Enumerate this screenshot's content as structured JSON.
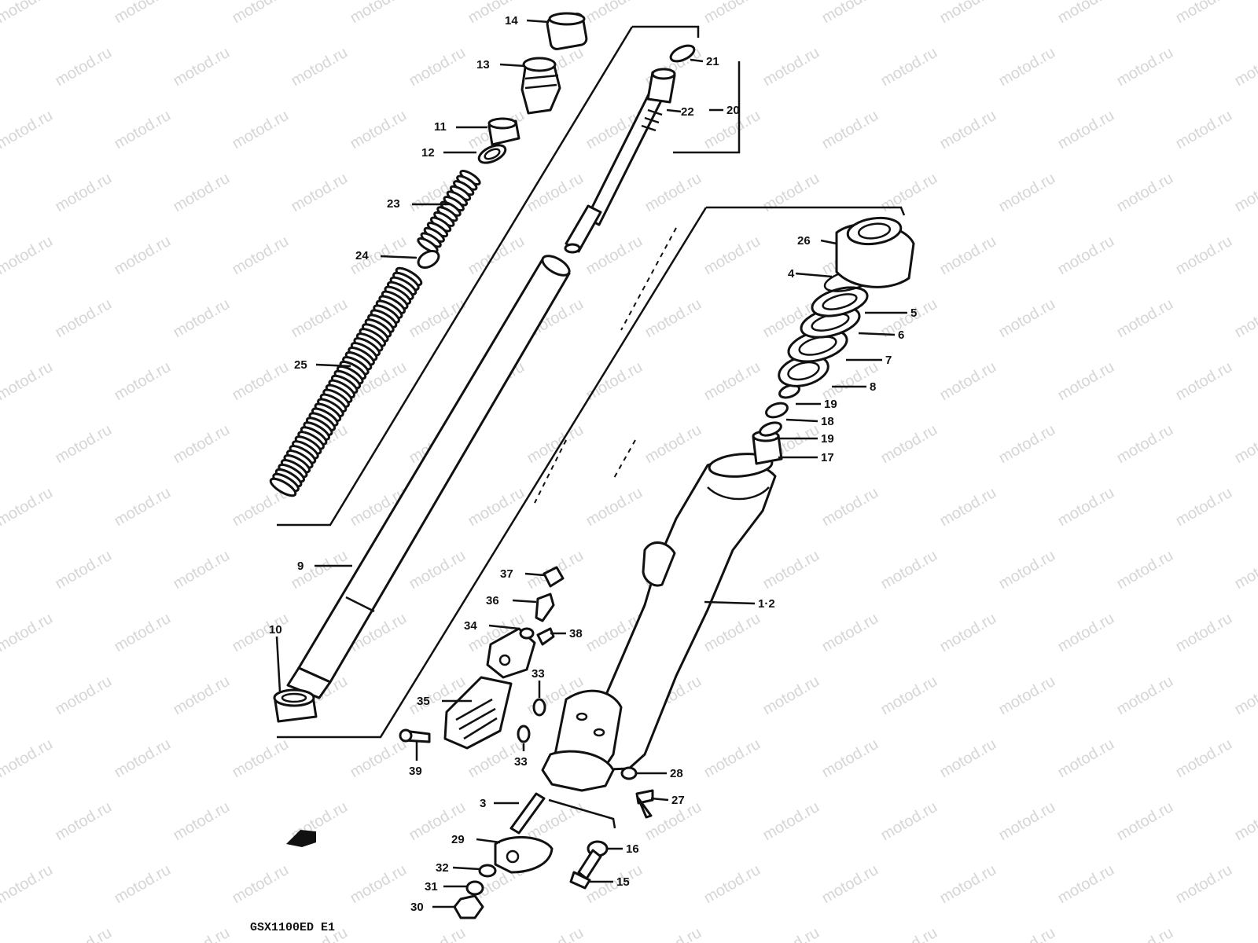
{
  "watermark": "motod.ru",
  "model_code": "GSX1100ED E1",
  "colors": {
    "ink": "#111111",
    "paper": "#ffffff",
    "watermark": "#d6d6d6"
  },
  "callouts": [
    {
      "id": "c14",
      "text": "14"
    },
    {
      "id": "c13",
      "text": "13"
    },
    {
      "id": "c11",
      "text": "11"
    },
    {
      "id": "c12",
      "text": "12"
    },
    {
      "id": "c23",
      "text": "23"
    },
    {
      "id": "c24",
      "text": "24"
    },
    {
      "id": "c25",
      "text": "25"
    },
    {
      "id": "c21",
      "text": "21"
    },
    {
      "id": "c22",
      "text": "22"
    },
    {
      "id": "c20",
      "text": "20"
    },
    {
      "id": "c26",
      "text": "26"
    },
    {
      "id": "c4",
      "text": "4"
    },
    {
      "id": "c5",
      "text": "5"
    },
    {
      "id": "c6",
      "text": "6"
    },
    {
      "id": "c7",
      "text": "7"
    },
    {
      "id": "c8",
      "text": "8"
    },
    {
      "id": "c19a",
      "text": "19"
    },
    {
      "id": "c18",
      "text": "18"
    },
    {
      "id": "c19b",
      "text": "19"
    },
    {
      "id": "c17",
      "text": "17"
    },
    {
      "id": "c9",
      "text": "9"
    },
    {
      "id": "c10",
      "text": "10"
    },
    {
      "id": "c12b",
      "text": "1·2"
    },
    {
      "id": "c37",
      "text": "37"
    },
    {
      "id": "c36",
      "text": "36"
    },
    {
      "id": "c34",
      "text": "34"
    },
    {
      "id": "c38",
      "text": "38"
    },
    {
      "id": "c33a",
      "text": "33"
    },
    {
      "id": "c35",
      "text": "35"
    },
    {
      "id": "c33b",
      "text": "33"
    },
    {
      "id": "c39",
      "text": "39"
    },
    {
      "id": "c28",
      "text": "28"
    },
    {
      "id": "c27",
      "text": "27"
    },
    {
      "id": "c3",
      "text": "3"
    },
    {
      "id": "c29",
      "text": "29"
    },
    {
      "id": "c16",
      "text": "16"
    },
    {
      "id": "c32",
      "text": "32"
    },
    {
      "id": "c31",
      "text": "31"
    },
    {
      "id": "c15",
      "text": "15"
    },
    {
      "id": "c30",
      "text": "30"
    }
  ]
}
